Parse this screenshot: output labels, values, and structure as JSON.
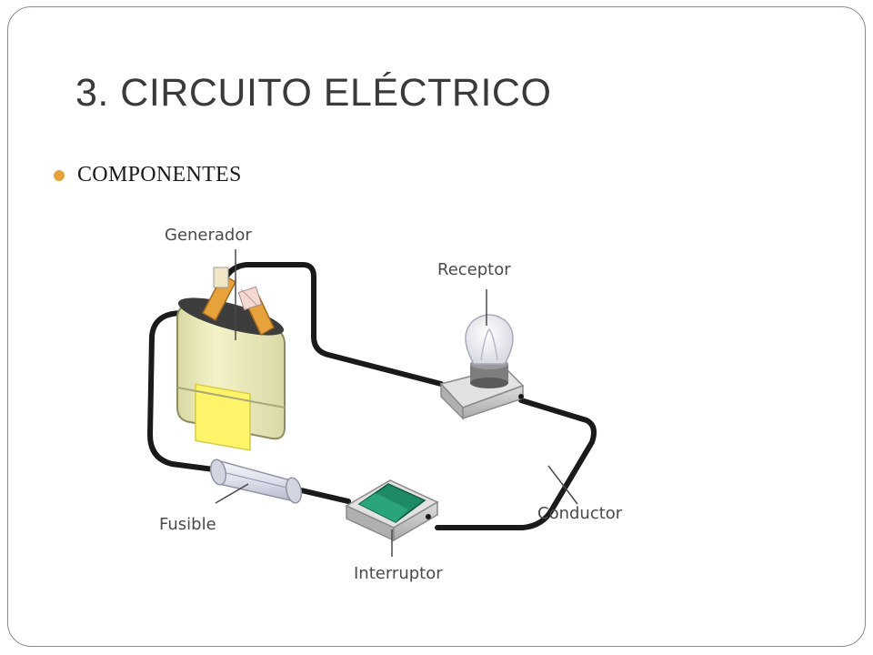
{
  "slide": {
    "title": "3. CIRCUITO ELÉCTRICO",
    "bullets": [
      "COMPONENTES"
    ],
    "accent_color": "#e8a23c"
  },
  "diagram": {
    "labels": {
      "generador": "Generador",
      "receptor": "Receptor",
      "fusible": "Fusible",
      "interruptor": "Interruptor",
      "conductor": "Conductor"
    },
    "colors": {
      "battery_body": "#efeec0",
      "battery_panel": "#fff46a",
      "switch_lever": "#1e8a66",
      "wire": "#1a1a1a",
      "base_gray": "#c8c9c9"
    }
  }
}
